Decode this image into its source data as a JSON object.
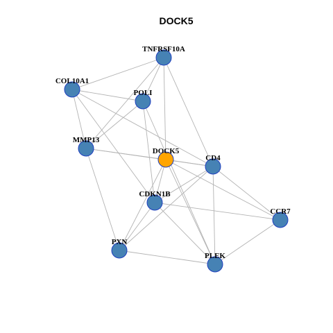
{
  "title": "DOCK5",
  "colors": {
    "default_node": "#4682B4",
    "highlight_node": "#FFA500",
    "node_border": "#1f3fbf",
    "edge": "#b3b3b3"
  },
  "nodes": [
    {
      "id": "TNFRSF10A",
      "label": "TNFRSF10A",
      "highlight": false
    },
    {
      "id": "COL10A1",
      "label": "COL10A1",
      "highlight": false
    },
    {
      "id": "POLI",
      "label": "POLI",
      "highlight": false
    },
    {
      "id": "MMP13",
      "label": "MMP13",
      "highlight": false
    },
    {
      "id": "DOCK5",
      "label": "DOCK5",
      "highlight": true
    },
    {
      "id": "CD4",
      "label": "CD4",
      "highlight": false
    },
    {
      "id": "CDKN1B",
      "label": "CDKN1B",
      "highlight": false
    },
    {
      "id": "CCR7",
      "label": "CCR7",
      "highlight": false
    },
    {
      "id": "PXN",
      "label": "PXN",
      "highlight": false
    },
    {
      "id": "PLEK",
      "label": "PLEK",
      "highlight": false
    }
  ],
  "edges": [
    [
      "TNFRSF10A",
      "COL10A1"
    ],
    [
      "TNFRSF10A",
      "POLI"
    ],
    [
      "TNFRSF10A",
      "MMP13"
    ],
    [
      "TNFRSF10A",
      "DOCK5"
    ],
    [
      "TNFRSF10A",
      "CD4"
    ],
    [
      "COL10A1",
      "POLI"
    ],
    [
      "COL10A1",
      "MMP13"
    ],
    [
      "COL10A1",
      "CD4"
    ],
    [
      "COL10A1",
      "CDKN1B"
    ],
    [
      "POLI",
      "MMP13"
    ],
    [
      "POLI",
      "CDKN1B"
    ],
    [
      "POLI",
      "PLEK"
    ],
    [
      "MMP13",
      "DOCK5"
    ],
    [
      "MMP13",
      "CD4"
    ],
    [
      "MMP13",
      "PXN"
    ],
    [
      "DOCK5",
      "CD4"
    ],
    [
      "DOCK5",
      "CDKN1B"
    ],
    [
      "DOCK5",
      "CCR7"
    ],
    [
      "DOCK5",
      "PXN"
    ],
    [
      "DOCK5",
      "PLEK"
    ],
    [
      "CD4",
      "CDKN1B"
    ],
    [
      "CD4",
      "PXN"
    ],
    [
      "CD4",
      "PLEK"
    ],
    [
      "CD4",
      "CCR7"
    ],
    [
      "CDKN1B",
      "PXN"
    ],
    [
      "CDKN1B",
      "CCR7"
    ],
    [
      "CDKN1B",
      "PLEK"
    ],
    [
      "PXN",
      "PLEK"
    ],
    [
      "CCR7",
      "PLEK"
    ]
  ]
}
